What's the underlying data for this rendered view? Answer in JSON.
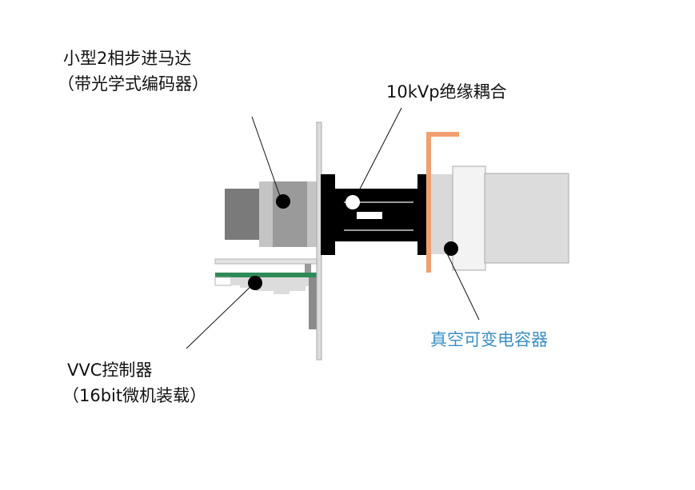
{
  "labels": {
    "motor_line1": "小型2相步进马达",
    "motor_line2": "（带光学式编码器）",
    "coupling": "10kVp绝缘耦合",
    "capacitor": "真空可变电容器",
    "controller_line1": "VVC控制器",
    "controller_line2": "（16bit微机装载）"
  },
  "colors": {
    "text": "#111111",
    "capacitor_label": "#3b8fc4",
    "copper_plate": "#f0a070",
    "pcb_green": "#2e8b57"
  }
}
